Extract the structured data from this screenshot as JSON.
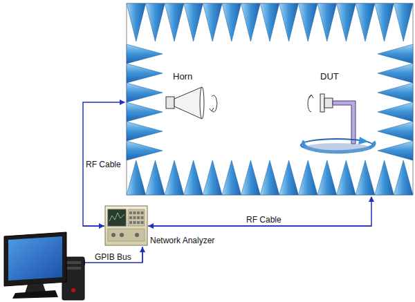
{
  "diagram": {
    "labels": [
      "Horn",
      "DUT",
      "RF Cable",
      "RF Cable",
      "Network Analyzer",
      "GPIB Bus"
    ]
  }
}
